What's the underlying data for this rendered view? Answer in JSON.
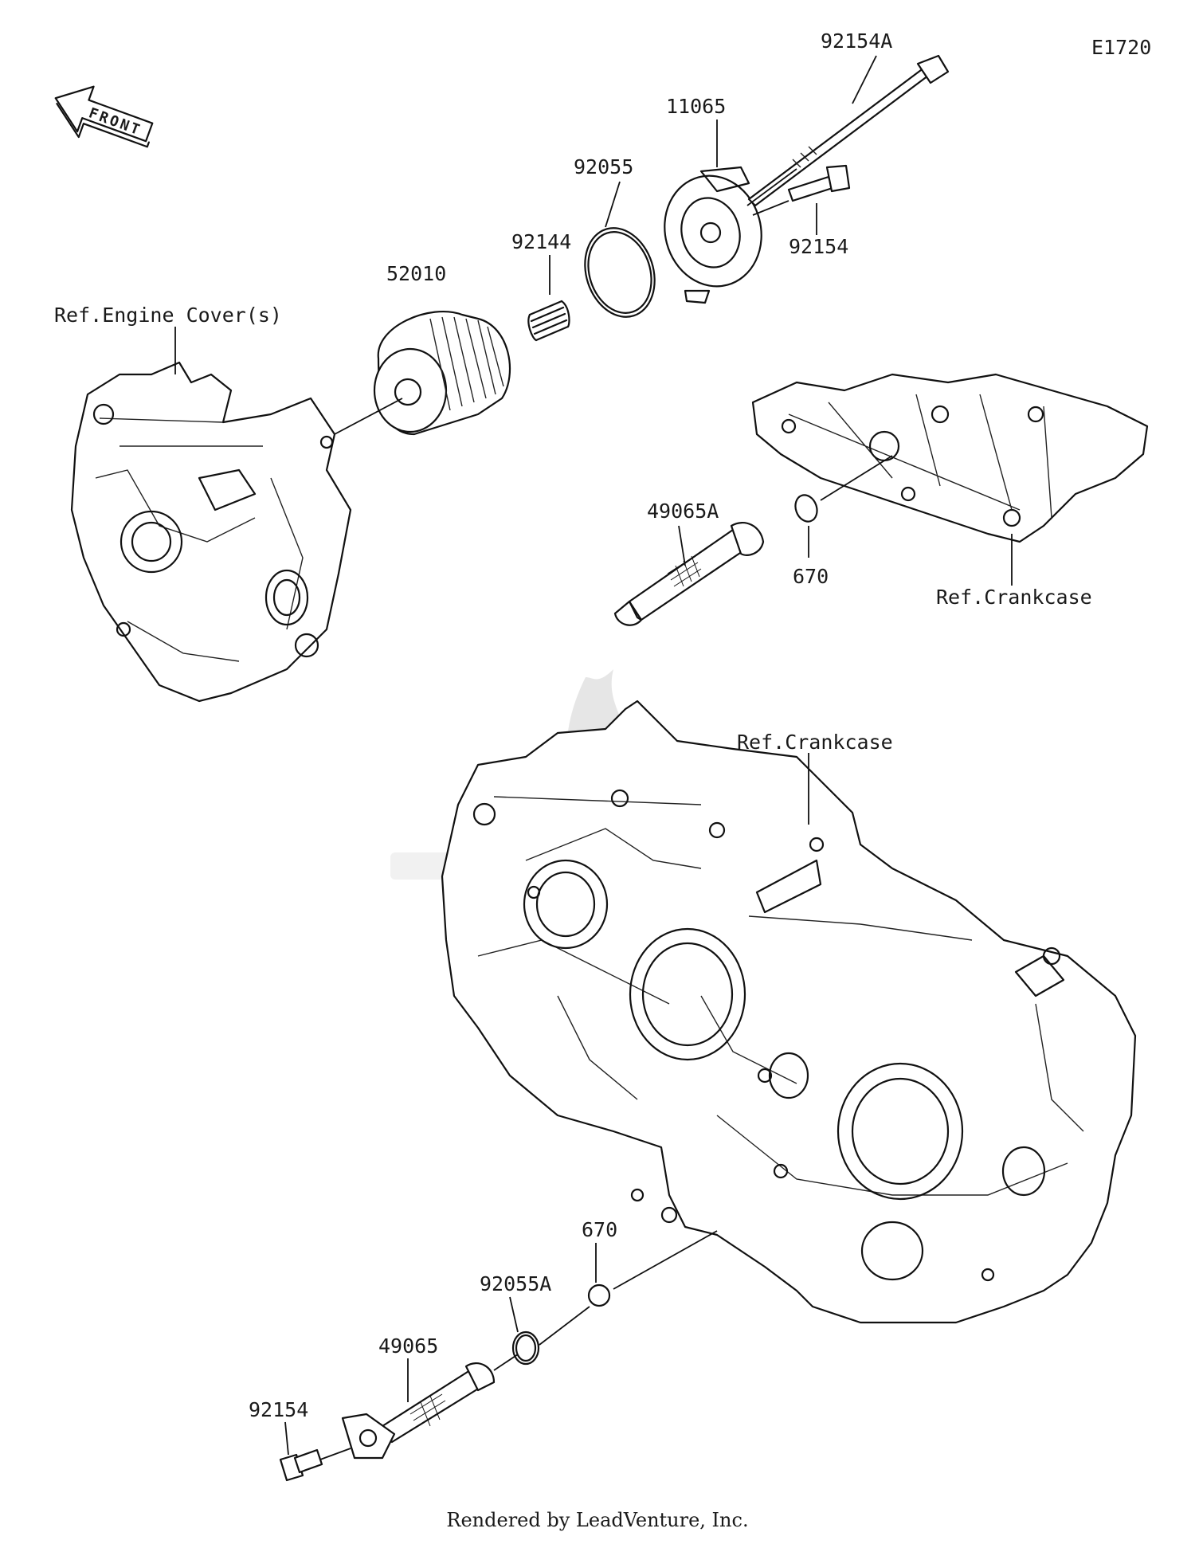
{
  "diagram_code": "E1720",
  "front_arrow_label": "FRONT",
  "references": {
    "engine_cover": "Ref.Engine Cover(s)",
    "crankcase_upper": "Ref.Crankcase",
    "crankcase_lower": "Ref.Crankcase"
  },
  "parts": {
    "p92154A": "92154A",
    "p11065": "11065",
    "p92055": "92055",
    "p92144": "92144",
    "p52010": "52010",
    "p92154_top": "92154",
    "p49065A": "49065A",
    "p670_top": "670",
    "p670_bottom": "670",
    "p92055A": "92055A",
    "p49065": "49065",
    "p92154_bottom": "92154"
  },
  "footer": "Rendered by LeadVenture, Inc."
}
